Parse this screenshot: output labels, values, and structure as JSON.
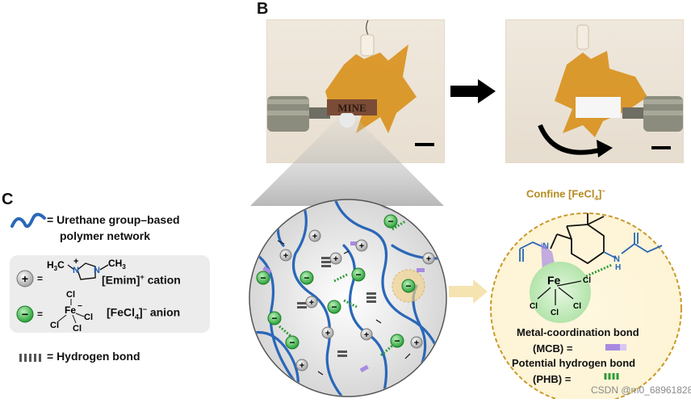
{
  "panels": {
    "b": "B",
    "c": "C"
  },
  "photo_b": {
    "label_text": "MINE"
  },
  "legend": {
    "network_desc_line1": "= Urethane group–based",
    "network_desc_line2": "polymer network",
    "cation_formula_left": "H",
    "cation_formula_left_sub": "3",
    "cation_formula_left_tail": "C",
    "cation_formula_right": "CH",
    "cation_formula_right_sub": "3",
    "cation_eq": "=",
    "cation_label": "[Emim]",
    "cation_label_sup": "+",
    "cation_label_tail": " cation",
    "anion_eq": "=",
    "anion_label": "[FeCl",
    "anion_label_sub": "4",
    "anion_label_close": "]",
    "anion_label_sup": "−",
    "anion_label_tail": " anion",
    "hbond_label": "= Hydrogen bond",
    "cl": "Cl",
    "fe": "Fe",
    "n": "N",
    "plus": "+",
    "minus": "−"
  },
  "inset": {
    "title": "Confine [FeCl",
    "title_sub": "4",
    "title_close": "]",
    "title_sup": "−",
    "nh": "N",
    "h": "H",
    "fe": "Fe",
    "cl": "Cl",
    "mcb_line1": "Metal-coordination bond",
    "mcb_line2": "(MCB) =",
    "phb_line1": "Potential hydrogen bond",
    "phb_line2": "(PHB) ="
  },
  "watermark": "CSDN @m0_68961828",
  "colors": {
    "network": "#2a67b8",
    "anion": "#3bbf4a",
    "hbond_green": "#2f9a3a",
    "mcb_purple": "#a88be0",
    "inset_border": "#c99a2a",
    "amber": "#d8901b"
  }
}
